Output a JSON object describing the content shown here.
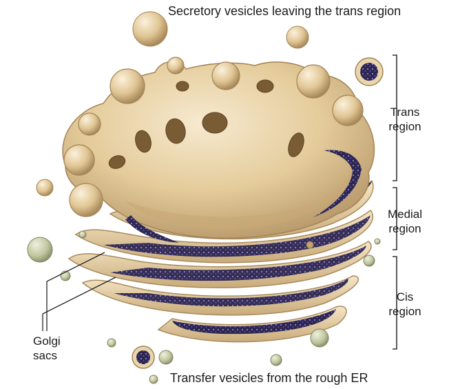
{
  "labels": {
    "secretory": "Secretory vesicles leaving the trans region",
    "transfer": "Transfer vesicles from the rough ER",
    "trans_line1": "Trans",
    "trans_line2": "region",
    "medial_line1": "Medial",
    "medial_line2": "region",
    "cis_line1": "Cis",
    "cis_line2": "region",
    "golgi_line1": "Golgi",
    "golgi_line2": "sacs"
  },
  "colors": {
    "membrane": "#e6cfa0",
    "membrane_light": "#f3e4c2",
    "membrane_dark": "#b89868",
    "lumen": "#2d2650",
    "granule": "#7a72c8",
    "vesicle_green": "#c5c9a6"
  }
}
